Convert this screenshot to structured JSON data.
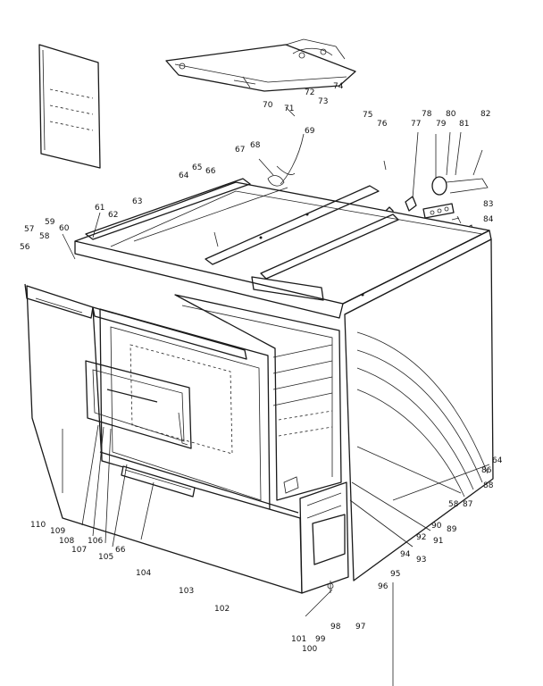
{
  "diagram": {
    "callouts": [
      {
        "id": "72",
        "label": "72"
      },
      {
        "id": "74",
        "label": "74"
      },
      {
        "id": "73",
        "label": "73"
      },
      {
        "id": "70",
        "label": "70"
      },
      {
        "id": "71",
        "label": "71"
      },
      {
        "id": "69",
        "label": "69"
      },
      {
        "id": "67",
        "label": "67"
      },
      {
        "id": "68",
        "label": "68"
      },
      {
        "id": "75",
        "label": "75"
      },
      {
        "id": "76",
        "label": "76"
      },
      {
        "id": "77",
        "label": "77"
      },
      {
        "id": "78",
        "label": "78"
      },
      {
        "id": "79",
        "label": "79"
      },
      {
        "id": "80",
        "label": "80"
      },
      {
        "id": "81",
        "label": "81"
      },
      {
        "id": "82",
        "label": "82"
      },
      {
        "id": "64a",
        "label": "64"
      },
      {
        "id": "65",
        "label": "65"
      },
      {
        "id": "66a",
        "label": "66"
      },
      {
        "id": "63",
        "label": "63"
      },
      {
        "id": "61",
        "label": "61"
      },
      {
        "id": "62",
        "label": "62"
      },
      {
        "id": "83",
        "label": "83"
      },
      {
        "id": "84",
        "label": "84"
      },
      {
        "id": "57",
        "label": "57"
      },
      {
        "id": "59",
        "label": "59"
      },
      {
        "id": "60",
        "label": "60"
      },
      {
        "id": "58",
        "label": "58"
      },
      {
        "id": "56",
        "label": "56"
      },
      {
        "id": "64b",
        "label": "64"
      },
      {
        "id": "86",
        "label": "86"
      },
      {
        "id": "88",
        "label": "88"
      },
      {
        "id": "58b",
        "label": "58"
      },
      {
        "id": "87",
        "label": "87"
      },
      {
        "id": "90",
        "label": "90"
      },
      {
        "id": "89",
        "label": "89"
      },
      {
        "id": "92",
        "label": "92"
      },
      {
        "id": "91",
        "label": "91"
      },
      {
        "id": "94",
        "label": "94"
      },
      {
        "id": "93",
        "label": "93"
      },
      {
        "id": "95",
        "label": "95"
      },
      {
        "id": "96",
        "label": "96"
      },
      {
        "id": "110",
        "label": "110"
      },
      {
        "id": "109",
        "label": "109"
      },
      {
        "id": "108",
        "label": "108"
      },
      {
        "id": "106",
        "label": "106"
      },
      {
        "id": "107",
        "label": "107"
      },
      {
        "id": "105",
        "label": "105"
      },
      {
        "id": "66b",
        "label": "66"
      },
      {
        "id": "104",
        "label": "104"
      },
      {
        "id": "103",
        "label": "103"
      },
      {
        "id": "102",
        "label": "102"
      },
      {
        "id": "97",
        "label": "97"
      },
      {
        "id": "98",
        "label": "98"
      },
      {
        "id": "101",
        "label": "101"
      },
      {
        "id": "99",
        "label": "99"
      },
      {
        "id": "100",
        "label": "100"
      }
    ]
  }
}
